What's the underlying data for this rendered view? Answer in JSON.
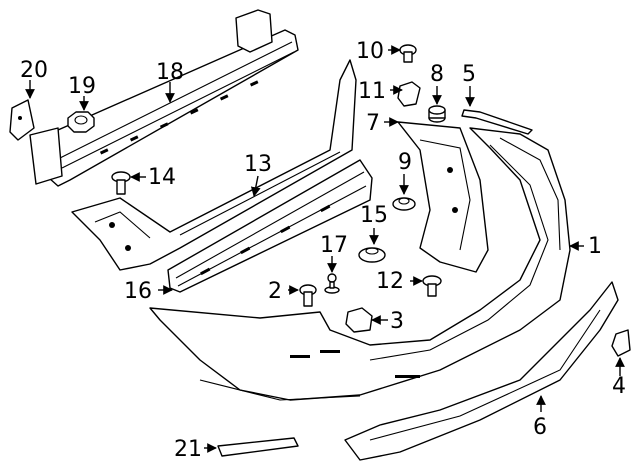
{
  "diagram": {
    "callouts": [
      {
        "id": "callout-1",
        "label": "1"
      },
      {
        "id": "callout-2",
        "label": "2"
      },
      {
        "id": "callout-3",
        "label": "3"
      },
      {
        "id": "callout-4",
        "label": "4"
      },
      {
        "id": "callout-5",
        "label": "5"
      },
      {
        "id": "callout-6",
        "label": "6"
      },
      {
        "id": "callout-7",
        "label": "7"
      },
      {
        "id": "callout-8",
        "label": "8"
      },
      {
        "id": "callout-9",
        "label": "9"
      },
      {
        "id": "callout-10",
        "label": "10"
      },
      {
        "id": "callout-11",
        "label": "11"
      },
      {
        "id": "callout-12",
        "label": "12"
      },
      {
        "id": "callout-13",
        "label": "13"
      },
      {
        "id": "callout-14",
        "label": "14"
      },
      {
        "id": "callout-15",
        "label": "15"
      },
      {
        "id": "callout-16",
        "label": "16"
      },
      {
        "id": "callout-17",
        "label": "17"
      },
      {
        "id": "callout-18",
        "label": "18"
      },
      {
        "id": "callout-19",
        "label": "19"
      },
      {
        "id": "callout-20",
        "label": "20"
      },
      {
        "id": "callout-21",
        "label": "21"
      }
    ],
    "colors": {
      "line": "#000000",
      "background": "#ffffff"
    }
  }
}
